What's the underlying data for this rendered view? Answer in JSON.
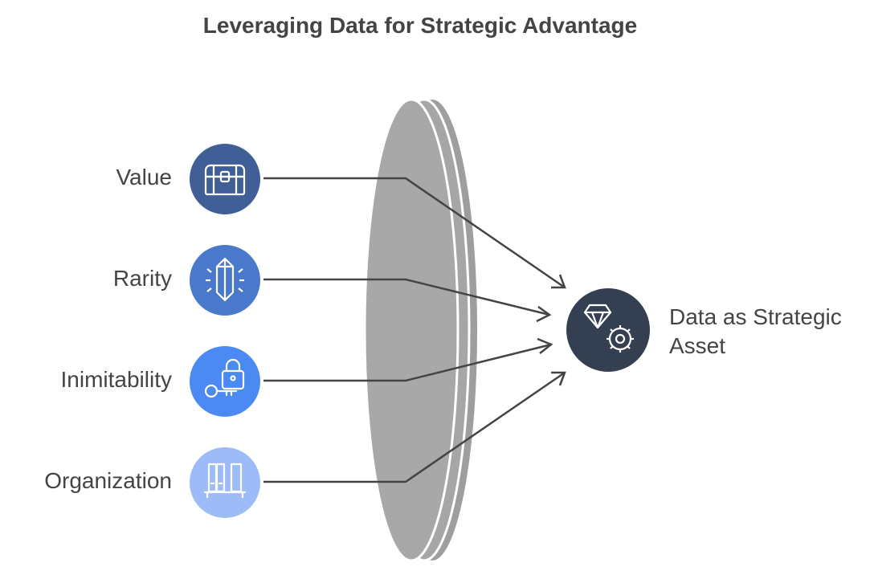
{
  "title": "Leveraging Data for Strategic Advantage",
  "inputs": [
    {
      "label": "Value",
      "icon": "treasure-chest-icon",
      "color": "#3f5f96"
    },
    {
      "label": "Rarity",
      "icon": "crystal-icon",
      "color": "#4a79cc"
    },
    {
      "label": "Inimitability",
      "icon": "lock-key-icon",
      "color": "#4a8af2"
    },
    {
      "label": "Organization",
      "icon": "bookshelf-icon",
      "color": "#9dbcf7"
    }
  ],
  "output": {
    "label_line1": "Data as Strategic",
    "label_line2": "Asset",
    "icon": "gem-gear-icon",
    "color": "#343f52"
  },
  "lens_color": "#a6a6a6"
}
